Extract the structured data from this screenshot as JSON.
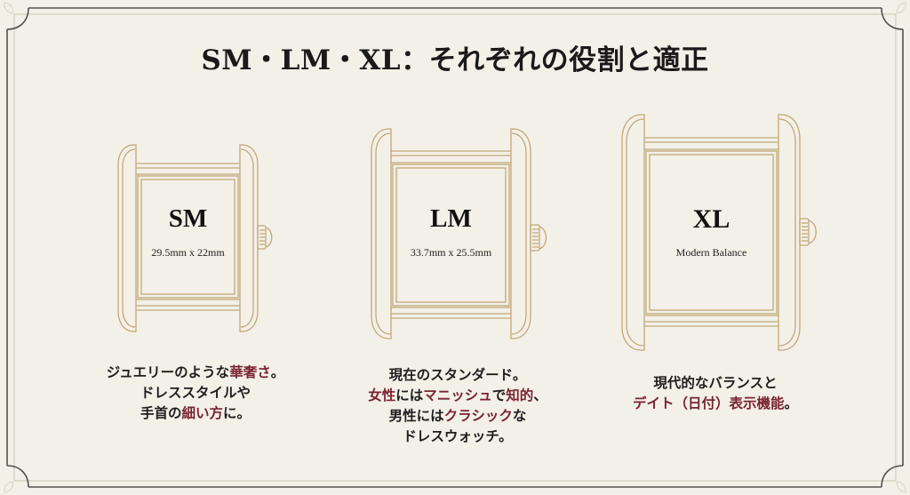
{
  "page": {
    "title": "SM・LM・XL：それぞれの役割と適正"
  },
  "colors": {
    "background": "#f3f0e8",
    "gold_line": "#c2a877",
    "frame_dark": "#555050",
    "frame_light": "#d7d2c4",
    "highlight": "#7a2430",
    "text": "#1a1a1a"
  },
  "watches": [
    {
      "size": "SM",
      "subtitle": "29.5mm x 22mm",
      "description": [
        [
          {
            "t": "ジュエリーのような",
            "h": false
          },
          {
            "t": "華奢さ",
            "h": true
          },
          {
            "t": "。",
            "h": false
          }
        ],
        [
          {
            "t": "ドレススタイルや",
            "h": false
          }
        ],
        [
          {
            "t": "手首の",
            "h": false
          },
          {
            "t": "細い方",
            "h": true
          },
          {
            "t": "に。",
            "h": false
          }
        ]
      ]
    },
    {
      "size": "LM",
      "subtitle": "33.7mm x 25.5mm",
      "description": [
        [
          {
            "t": "現在のスタンダード。",
            "h": false
          }
        ],
        [
          {
            "t": "女性",
            "h": true
          },
          {
            "t": "には",
            "h": false
          },
          {
            "t": "マニッシュ",
            "h": true
          },
          {
            "t": "で",
            "h": false
          },
          {
            "t": "知的",
            "h": true
          },
          {
            "t": "、",
            "h": false
          }
        ],
        [
          {
            "t": "男性には",
            "h": false
          },
          {
            "t": "クラシック",
            "h": true
          },
          {
            "t": "な",
            "h": false
          }
        ],
        [
          {
            "t": "ドレスウォッチ。",
            "h": false
          }
        ]
      ]
    },
    {
      "size": "XL",
      "subtitle": "Modern Balance",
      "description": [
        [
          {
            "t": "現代的なバランスと",
            "h": false
          }
        ],
        [
          {
            "t": "デイト（日付）表示機能",
            "h": true
          },
          {
            "t": "。",
            "h": false
          }
        ]
      ]
    }
  ]
}
